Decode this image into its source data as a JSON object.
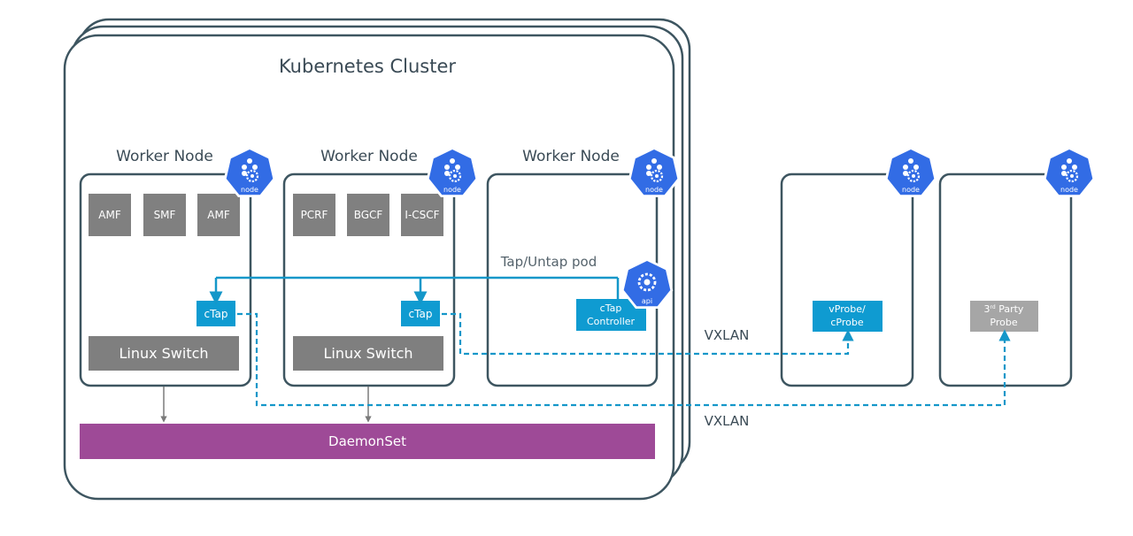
{
  "cluster": {
    "title": "Kubernetes Cluster",
    "daemonset_label": "DaemonSet"
  },
  "worker_nodes": [
    {
      "label": "Worker Node",
      "badge": "node",
      "functions": [
        "AMF",
        "SMF",
        "AMF"
      ],
      "ctap_label": "cTap",
      "switch_label": "Linux Switch"
    },
    {
      "label": "Worker Node",
      "badge": "node",
      "functions": [
        "PCRF",
        "BGCF",
        "I-CSCF"
      ],
      "ctap_label": "cTap",
      "switch_label": "Linux Switch"
    },
    {
      "label": "Worker Node",
      "badge": "node",
      "controller_lines": [
        "cTap",
        "Controller"
      ],
      "api_badge": "api"
    }
  ],
  "tap_untap_label": "Tap/Untap pod",
  "external_nodes": [
    {
      "badge": "node",
      "probe_lines": [
        "vProbe/",
        "cProbe"
      ]
    },
    {
      "badge": "node",
      "probe_prefix": "3",
      "probe_sup": "rd",
      "probe_suffix": " Party",
      "probe_line2": "Probe"
    }
  ],
  "vxlan_labels": [
    "VXLAN",
    "VXLAN"
  ],
  "icons": [
    "kubernetes-node-icon",
    "kubernetes-api-icon"
  ],
  "colors": {
    "outline": "#3d5560",
    "nf_gray": "#808080",
    "switch_gray": "#7f7f7f",
    "ctap_blue": "#0f9bd1",
    "link_blue": "#1497c9",
    "k8s_blue": "#326ce5",
    "daemonset_purple": "#9e4a97",
    "third_party_gray": "#a6a6a6"
  }
}
